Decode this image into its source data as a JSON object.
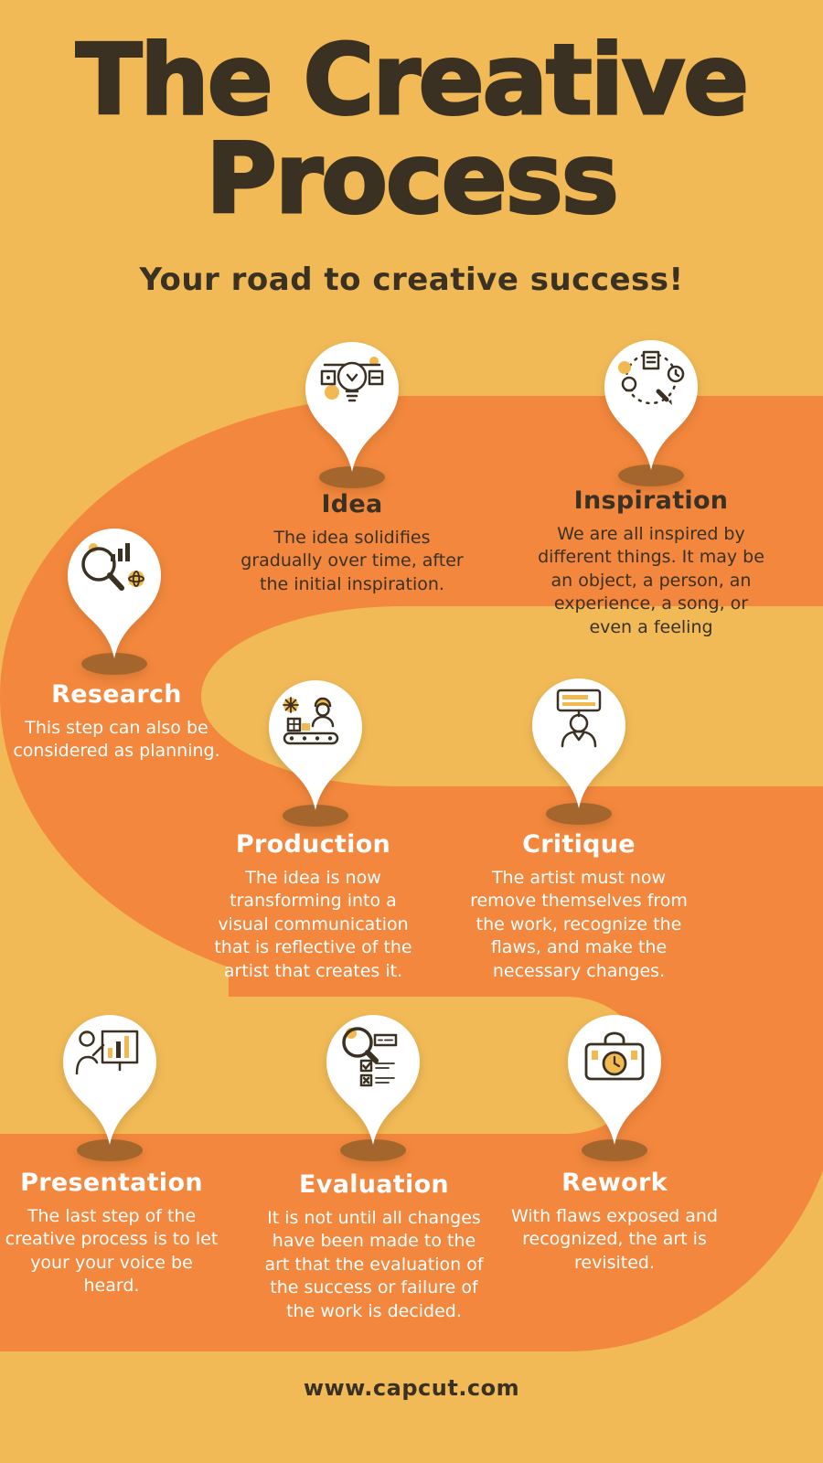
{
  "infographic": {
    "title_line1": "The Creative",
    "title_line2": "Process",
    "subtitle": "Your road to creative success!",
    "footer_url": "www.capcut.com"
  },
  "colors": {
    "background": "#F1BA57",
    "road_orange": "#F2873D",
    "heading_dark": "#3A3123",
    "text_light": "#FFFFFF",
    "pin_fill": "#FFFFFF",
    "pin_shadow": "#A5662E",
    "icon_accent": "#F1B94F"
  },
  "steps": [
    {
      "id": "idea",
      "label": "Idea",
      "icon": "lightbulb-gear-icon",
      "text_color": "dark",
      "description": "The idea solidifies gradually over time, after the initial inspiration."
    },
    {
      "id": "inspiration",
      "label": "Inspiration",
      "icon": "pencil-cycle-icon",
      "text_color": "dark",
      "description": "We are all inspired by different things.  It may be an object, a person, an experience, a song, or even a feeling"
    },
    {
      "id": "research",
      "label": "Research",
      "icon": "magnifier-chart-icon",
      "text_color": "light",
      "description": "This step can also be considered as planning."
    },
    {
      "id": "production",
      "label": "Production",
      "icon": "factory-worker-icon",
      "text_color": "light",
      "description": "The idea is now transforming into a visual communication that is reflective of the artist that creates it."
    },
    {
      "id": "critique",
      "label": "Critique",
      "icon": "reviewer-board-icon",
      "text_color": "light",
      "description": "The artist must now remove themselves from the work, recognize the flaws, and make the necessary changes."
    },
    {
      "id": "presentation",
      "label": "Presentation",
      "icon": "presenter-chart-icon",
      "text_color": "light",
      "description": "The last step of the creative process is to let your your voice be heard."
    },
    {
      "id": "evaluation",
      "label": "Evaluation",
      "icon": "checklist-magnifier-icon",
      "text_color": "light",
      "description": "It is not until all changes have been made to the art that the evaluation of the success or failure of the work is decided."
    },
    {
      "id": "rework",
      "label": "Rework",
      "icon": "toolbox-clock-icon",
      "text_color": "light",
      "description": "With flaws exposed and recognized, the art is revisited."
    }
  ]
}
